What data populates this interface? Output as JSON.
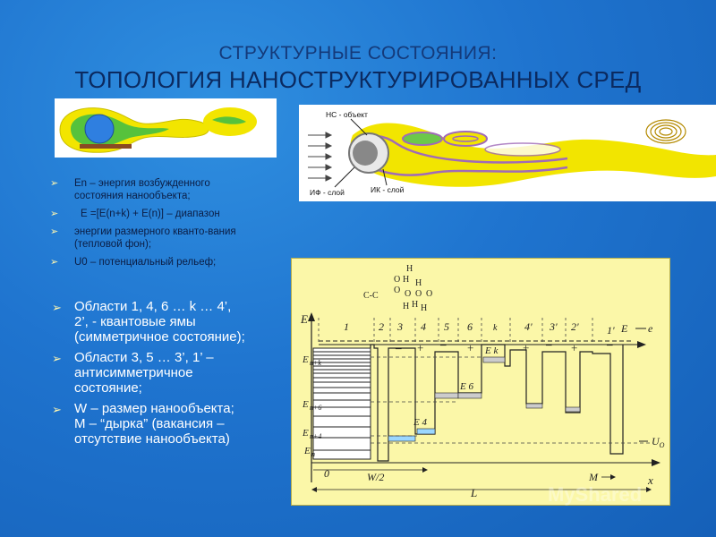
{
  "slide": {
    "title_line1": "СТРУКТУРНЫЕ СОСТОЯНИЯ:",
    "title_line2": "ТОПОЛОГИЯ НАНОСТРУКТУРИРОВАННЫХ СРЕД",
    "small_bullets": [
      "En – энергия возбужденного состояния нанообъекта;",
      "E =[E(n+k) + E(n)] – диапазон",
      "энергии размерного кванто-вания (тепловой фон);",
      "U0 – потенциальный рельеф;"
    ],
    "big_bullets": [
      "Области 1, 4, 6 … k … 4’, 2’, - квантовые ямы (симметричное состояние);",
      "Области 3, 5 … 3’, 1’ – антисимметричное состояние;",
      "W – размер нанообъекта; M – “дырка” (вакансия – отсутствие нанообъекта)"
    ],
    "bullet_marker": "➢"
  },
  "figure_top": {
    "label_hs": "НС - объект",
    "label_if": "ИФ - слой",
    "label_ik": "ИК - слой"
  },
  "diagram": {
    "axis_E": "E",
    "axis_x": "x",
    "origin": "0",
    "region_labels": [
      "1",
      "2",
      "3",
      "4",
      "5",
      "6",
      "k",
      "4'",
      "3'",
      "2'",
      "1'"
    ],
    "right_E": "E",
    "right_e": "e",
    "signs": [
      "+",
      "–",
      "+",
      "–",
      "+",
      "+",
      "–",
      "+",
      "–"
    ],
    "levels": [
      "E",
      "n+k",
      "E",
      "n+6",
      "E",
      "n+4",
      "E",
      "n"
    ],
    "level_full": [
      "E n+k",
      "E n+6",
      "E n+4",
      "E n"
    ],
    "inner_labels": [
      "E k",
      "E 6",
      "E 4"
    ],
    "U0": "U",
    "U0_sub": "O",
    "W2": "W/2",
    "M": "M",
    "L": "L",
    "molecule": {
      "cc": "C-C",
      "atoms": [
        "H",
        "O",
        "H",
        "H",
        "O",
        "O",
        "O",
        "O",
        "H",
        "H",
        "H"
      ]
    }
  },
  "watermark": "MyShared"
}
